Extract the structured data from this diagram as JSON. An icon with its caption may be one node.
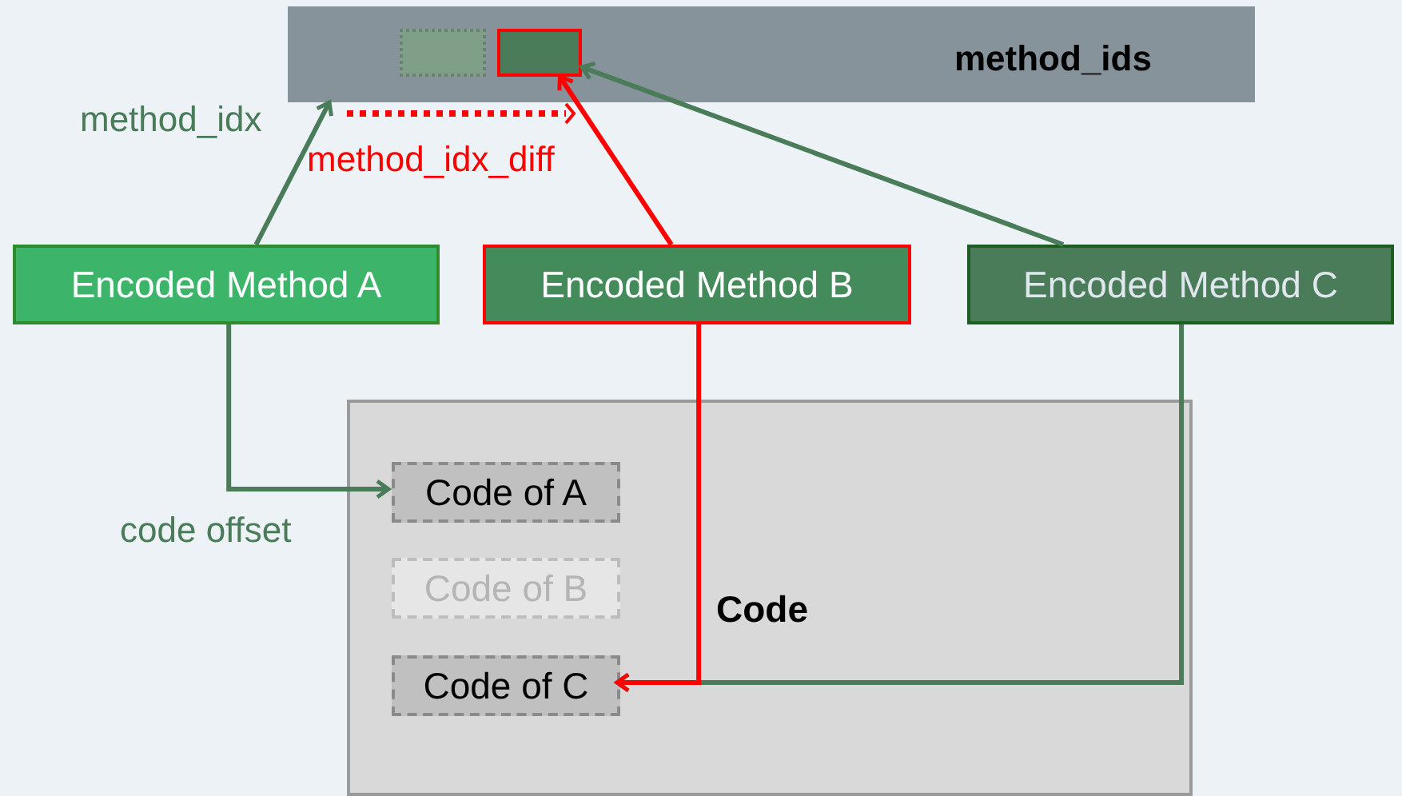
{
  "diagram": {
    "nodes": [
      {
        "text": [
          "method_ids"
        ]
      },
      {
        "text": [],
        "shape": "box",
        "in": 0
      },
      {
        "text": [],
        "shape": "box",
        "in": 0
      },
      {
        "text": [
          "Encoded Method A"
        ]
      },
      {
        "text": [
          "Encoded Method B"
        ]
      },
      {
        "text": [
          "Encoded Method C"
        ]
      },
      {
        "text": [
          "Code"
        ]
      },
      {
        "text": [
          "Code of A"
        ],
        "in": 6
      },
      {
        "text": [
          "Code of B"
        ],
        "in": 6
      },
      {
        "text": [
          "Code of C"
        ],
        "in": 6
      }
    ],
    "edges": [
      {
        "from": 3,
        "to": 0,
        "arrow": "to",
        "label": "method_idx"
      },
      {
        "from": 4,
        "to": 2,
        "arrow": "to",
        "color": "#ff0000"
      },
      {
        "from": 5,
        "to": 2,
        "arrow": "to"
      },
      {
        "from": 3,
        "to": 7,
        "arrow": "to",
        "label": "code offset"
      },
      {
        "from": 4,
        "to": 9,
        "arrow": "to",
        "color": "#ff0000"
      },
      {
        "from": 5,
        "to": 9,
        "arrow": "to"
      }
    ],
    "labels": [
      "method_idx_diff"
    ]
  }
}
